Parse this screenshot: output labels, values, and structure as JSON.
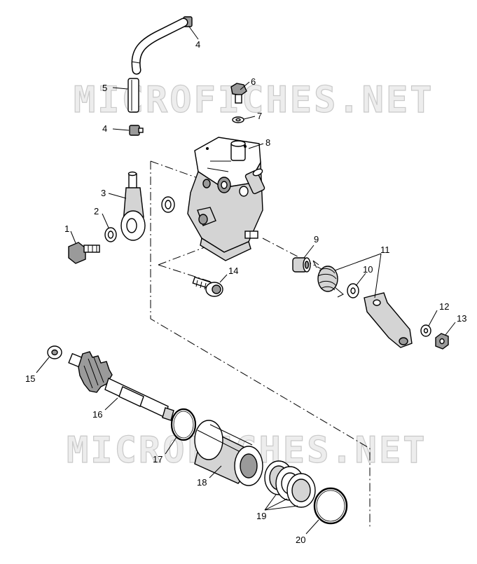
{
  "watermark": {
    "top": "MICROFICHES.NET",
    "bottom": "MICROFICHES.NET"
  },
  "callouts": {
    "c1": "1",
    "c2": "2",
    "c3": "3",
    "c4a": "4",
    "c4b": "4",
    "c5": "5",
    "c6": "6",
    "c7": "7",
    "c8": "8",
    "c9": "9",
    "c10": "10",
    "c11": "11",
    "c12": "12",
    "c13": "13",
    "c14": "14",
    "c15": "15",
    "c16": "16",
    "c17": "17",
    "c18": "18",
    "c19": "19",
    "c20": "20"
  }
}
